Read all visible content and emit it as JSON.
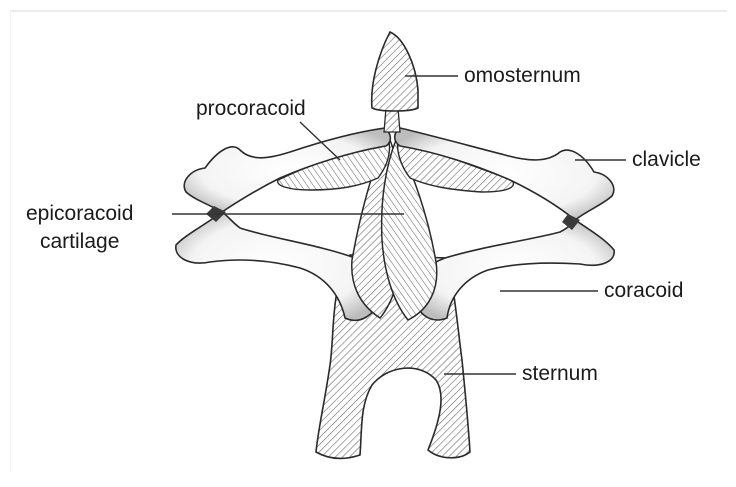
{
  "diagram": {
    "labels": {
      "omosternum": "omosternum",
      "procoracoid": "procoracoid",
      "clavicle": "clavicle",
      "epicoracoid_line1": "epicoracoid",
      "epicoracoid_line2": "cartilage",
      "coracoid": "coracoid",
      "sternum": "sternum"
    }
  }
}
